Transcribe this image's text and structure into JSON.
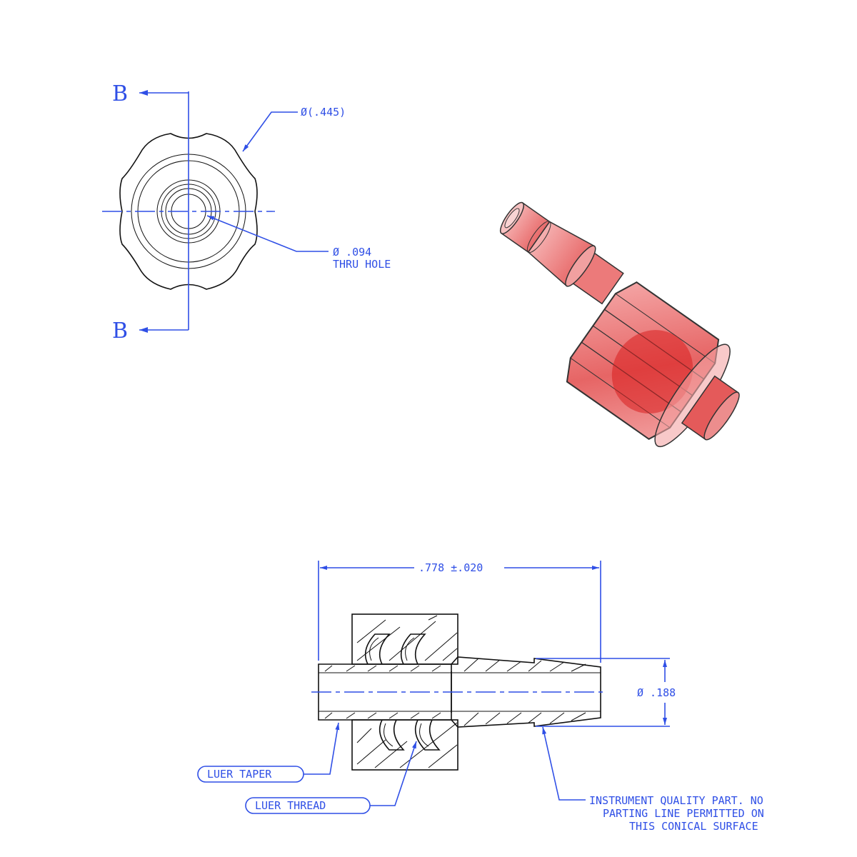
{
  "end_view": {
    "section_marker_top": "B",
    "section_marker_bottom": "B",
    "outer_diameter_label": "Ø(.445)",
    "hole_diameter_label": "Ø .094",
    "hole_note": "THRU HOLE"
  },
  "section_view": {
    "overall_length_label": ".778 ±.020",
    "barb_diameter_label": "Ø .188",
    "callouts": {
      "luer_taper": "LUER TAPER",
      "luer_thread": "LUER THREAD"
    },
    "note_lines": [
      "INSTRUMENT QUALITY PART.  NO",
      "PARTING LINE PERMITTED ON",
      "THIS CONICAL SURFACE"
    ]
  },
  "colors": {
    "dimension_blue": "#2f4fe6",
    "outline_black": "#111111",
    "part_red": "#e03535"
  }
}
